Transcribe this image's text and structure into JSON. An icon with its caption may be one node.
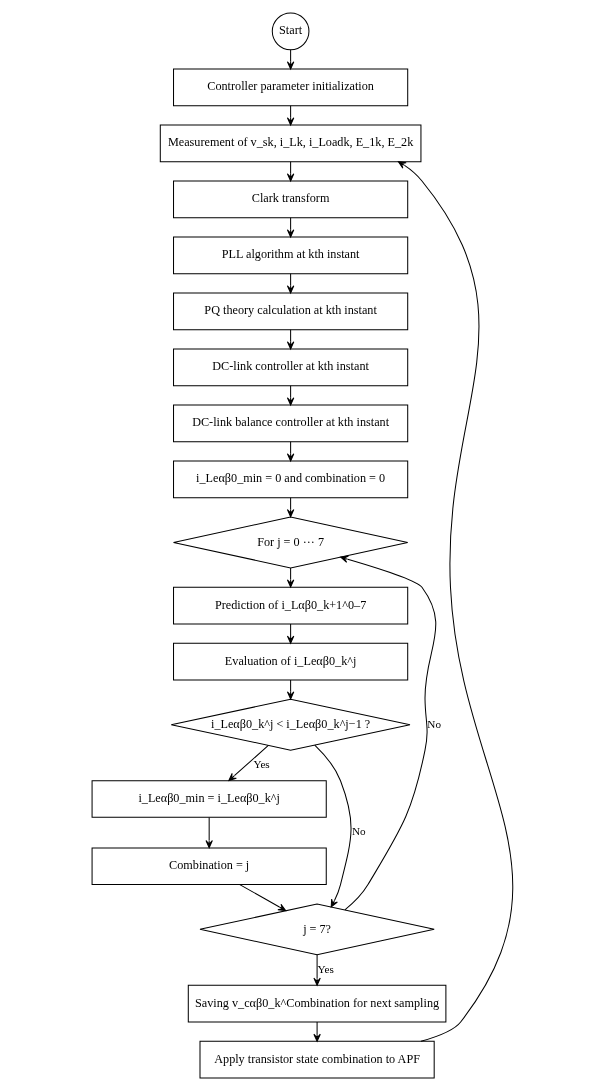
{
  "diagram": {
    "nodes": [
      {
        "text": [
          "Start"
        ]
      },
      {
        "text": [
          "Controller parameter initialization"
        ]
      },
      {
        "text": [
          "Measurement of v_sk, i_Lk, i_Loadk, E_1k, E_2k"
        ]
      },
      {
        "text": [
          "Clark transform"
        ]
      },
      {
        "text": [
          "PLL algorithm at kth instant"
        ]
      },
      {
        "text": [
          "PQ theory calculation at kth instant"
        ]
      },
      {
        "text": [
          "DC-link controller at kth instant"
        ]
      },
      {
        "text": [
          "DC-link balance controller at kth instant"
        ]
      },
      {
        "text": [
          "i_Leαβ0_min = 0 and combination = 0"
        ]
      },
      {
        "text": [
          "For j = 0 ··· 7"
        ]
      },
      {
        "text": [
          "Prediction of i_Lαβ0_k+1^0–7"
        ]
      },
      {
        "text": [
          "Evaluation of i_Leαβ0_k^j"
        ]
      },
      {
        "text": [
          "i_Leαβ0_k^j < i_Leαβ0_k^j−1 ?"
        ]
      },
      {
        "text": [
          "i_Leαβ0_min = i_Leαβ0_k^j"
        ]
      },
      {
        "text": [
          "Combination = j"
        ]
      },
      {
        "text": [
          "j = 7?"
        ]
      },
      {
        "text": [
          "Saving v_cαβ0_k^Combination for next sampling"
        ]
      },
      {
        "text": [
          "Apply transistor state combination to APF"
        ]
      }
    ],
    "edges": [
      {
        "from": 0,
        "to": 1,
        "arrow": "to"
      },
      {
        "from": 1,
        "to": 2,
        "arrow": "to"
      },
      {
        "from": 2,
        "to": 3,
        "arrow": "to"
      },
      {
        "from": 3,
        "to": 4,
        "arrow": "to"
      },
      {
        "from": 4,
        "to": 5,
        "arrow": "to"
      },
      {
        "from": 5,
        "to": 6,
        "arrow": "to"
      },
      {
        "from": 6,
        "to": 7,
        "arrow": "to"
      },
      {
        "from": 7,
        "to": 8,
        "arrow": "to"
      },
      {
        "from": 8,
        "to": 9,
        "arrow": "to"
      },
      {
        "from": 9,
        "to": 10,
        "arrow": "to"
      },
      {
        "from": 10,
        "to": 11,
        "arrow": "to"
      },
      {
        "from": 11,
        "to": 12,
        "arrow": "to"
      },
      {
        "from": 12,
        "to": 13,
        "arrow": "to",
        "label": "Yes"
      },
      {
        "from": 12,
        "to": 15,
        "arrow": "to",
        "label": "No"
      },
      {
        "from": 13,
        "to": 14,
        "arrow": "to"
      },
      {
        "from": 14,
        "to": 15,
        "arrow": "to"
      },
      {
        "from": 15,
        "to": 9,
        "arrow": "to",
        "label": "No"
      },
      {
        "from": 15,
        "to": 16,
        "arrow": "to",
        "label": "Yes"
      },
      {
        "from": 16,
        "to": 17,
        "arrow": "to"
      },
      {
        "from": 17,
        "to": 2,
        "arrow": "to"
      }
    ]
  }
}
